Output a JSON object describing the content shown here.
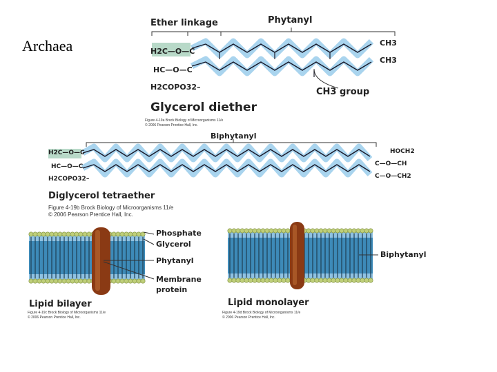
{
  "slide": {
    "title": "Archaea"
  },
  "diether": {
    "ether_linkage": "Ether linkage",
    "phytanyl": "Phytanyl",
    "ch3_top": "CH3",
    "ch3_bottom": "CH3",
    "ch3_group": "CH3 group",
    "chem_line1": "H2C—O—C",
    "chem_line2": "HC—O—C",
    "chem_line3": "H2COPO32–",
    "title": "Glycerol diether",
    "caption_line1": "Figure 4-19a Brock Biology of Microorganisms 11/e",
    "caption_line2": "© 2006 Pearson Prentice Hall, Inc."
  },
  "tetraether": {
    "biphytanyl": "Biphytanyl",
    "chem_left1": "H2C—O—C",
    "chem_left2": "HC—O—C",
    "chem_left3": "H2COPO32–",
    "chem_right1": "HOCH2",
    "chem_right2": "C—O—CH",
    "chem_right3": "C—O—CH2",
    "title": "Diglycerol tetraether",
    "caption_line1": "Figure 4-19b Brock Biology of Microorganisms 11/e",
    "caption_line2": "© 2006 Pearson Prentice Hall, Inc."
  },
  "bilayer": {
    "phosphate": "Phosphate",
    "glycerol": "Glycerol",
    "phytanyl": "Phytanyl",
    "membrane": "Membrane",
    "protein": "protein",
    "title": "Lipid bilayer",
    "caption_line1": "Figure 4-19c Brock Biology of Microorganisms 11/e",
    "caption_line2": "© 2006 Pearson Prentice Hall, Inc."
  },
  "monolayer": {
    "biphytanyl": "Biphytanyl",
    "title": "Lipid monolayer",
    "caption_line1": "Figure 4-19d Brock Biology of Microorganisms 11/e",
    "caption_line2": "© 2006 Pearson Prentice Hall, Inc."
  },
  "colors": {
    "band": "#a9d4ee",
    "zigzag": "#1a1a2a",
    "glycerol_box": "#b8d9c8",
    "headgroup": "#bfcf7a",
    "membrane_core": "#3d8ab8",
    "protein": "#8a3a14"
  }
}
